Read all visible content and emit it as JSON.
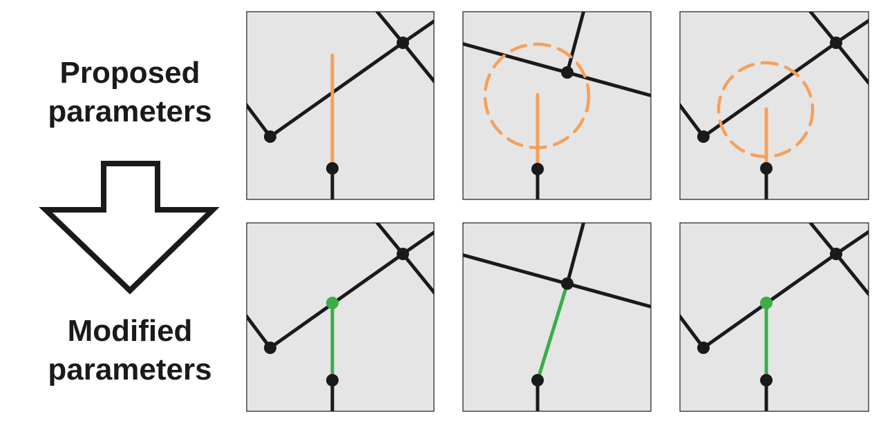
{
  "labels": {
    "proposed_line1": "Proposed",
    "proposed_line2": "parameters",
    "modified_line1": "Modified",
    "modified_line2": "parameters"
  },
  "colors": {
    "panel_bg": "#e5e5e5",
    "road": "#1a1a1a",
    "proposed": "#f5a05a",
    "modified": "#3aad48",
    "arrow_fill": "#ffffff",
    "arrow_stroke": "#1a1a1a"
  },
  "icons": {
    "transition_arrow": "down-arrow-icon"
  }
}
